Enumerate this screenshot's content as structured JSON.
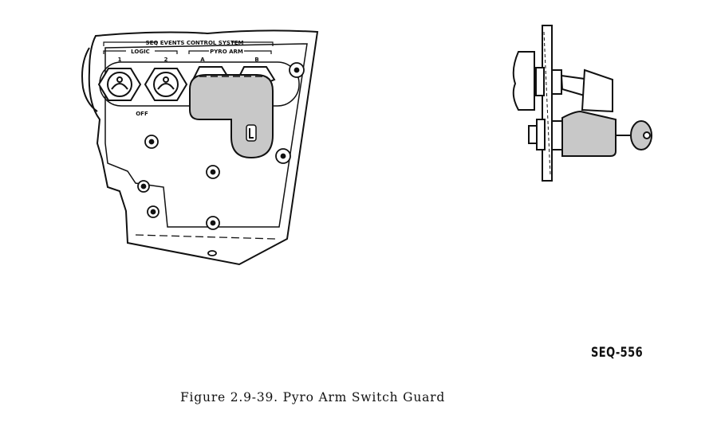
{
  "panel": {
    "system_label": "SEQ EVENTS CONTROL SYSTEM",
    "logic_label": "LOGIC",
    "pyro_arm_label": "PYRO ARM",
    "switch_labels": [
      "1",
      "2",
      "A",
      "B"
    ],
    "off_label": "OFF"
  },
  "reference_id": "SEQ-556",
  "caption": "Figure 2.9-39.  Pyro Arm Switch Guard",
  "colors": {
    "guard_fill": "#c8c8c8",
    "ink": "#111111"
  }
}
